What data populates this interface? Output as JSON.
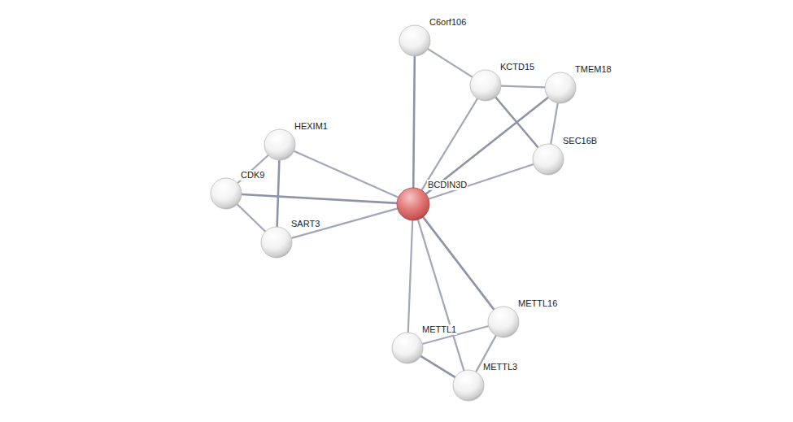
{
  "diagram": {
    "nodes": [
      {
        "text": [
          "C6orf106"
        ]
      },
      {
        "text": [
          "KCTD15"
        ]
      },
      {
        "text": [
          "TMEM18"
        ]
      },
      {
        "text": [
          "HEXIM1"
        ]
      },
      {
        "text": [
          "SEC16B"
        ]
      },
      {
        "text": [
          "CDK9"
        ]
      },
      {
        "text": [
          "BCDIN3D"
        ]
      },
      {
        "text": [
          "SART3"
        ]
      },
      {
        "text": [
          "METTL16"
        ]
      },
      {
        "text": [
          "METTL1"
        ]
      },
      {
        "text": [
          "METTL3"
        ]
      }
    ],
    "edges": [
      {
        "from": 0,
        "to": 6,
        "arrow": "none"
      },
      {
        "from": 0,
        "to": 1,
        "arrow": "none"
      },
      {
        "from": 1,
        "to": 2,
        "arrow": "none"
      },
      {
        "from": 1,
        "to": 4,
        "arrow": "none"
      },
      {
        "from": 2,
        "to": 4,
        "arrow": "none"
      },
      {
        "from": 1,
        "to": 6,
        "arrow": "none"
      },
      {
        "from": 2,
        "to": 6,
        "arrow": "none"
      },
      {
        "from": 4,
        "to": 6,
        "arrow": "none"
      },
      {
        "from": 3,
        "to": 5,
        "arrow": "none"
      },
      {
        "from": 3,
        "to": 7,
        "arrow": "none"
      },
      {
        "from": 3,
        "to": 6,
        "arrow": "none"
      },
      {
        "from": 5,
        "to": 7,
        "arrow": "none"
      },
      {
        "from": 5,
        "to": 6,
        "arrow": "none"
      },
      {
        "from": 7,
        "to": 6,
        "arrow": "none"
      },
      {
        "from": 6,
        "to": 9,
        "arrow": "none"
      },
      {
        "from": 6,
        "to": 8,
        "arrow": "none"
      },
      {
        "from": 6,
        "to": 10,
        "arrow": "none"
      },
      {
        "from": 9,
        "to": 8,
        "arrow": "none"
      },
      {
        "from": 9,
        "to": 10,
        "arrow": "none"
      },
      {
        "from": 8,
        "to": 10,
        "arrow": "none"
      }
    ]
  }
}
